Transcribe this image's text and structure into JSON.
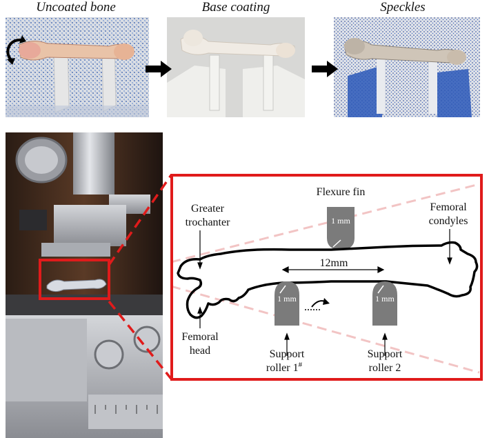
{
  "photos": {
    "uncoated_caption": "Uncoated bone",
    "base_caption": "Base coating",
    "speckles_caption": "Speckles"
  },
  "diagram": {
    "flexure_fin": "Flexure fin",
    "flexure_radius": "1 mm",
    "greater_trochanter": [
      "Greater",
      "trochanter"
    ],
    "femoral_condyles": [
      "Femoral",
      "condyles"
    ],
    "span": "12mm",
    "roller1_radius": "1 mm",
    "roller2_radius": "1 mm",
    "femoral_head": [
      "Femoral",
      "head"
    ],
    "support_roller_1": [
      "Support",
      "roller 1"
    ],
    "support_roller_1_mark": "#",
    "support_roller_2": [
      "Support",
      "roller 2"
    ]
  },
  "colors": {
    "frame_red": "#e01b1b",
    "roller_gray": "#7b7b7b",
    "bone_outline": "#000000"
  }
}
